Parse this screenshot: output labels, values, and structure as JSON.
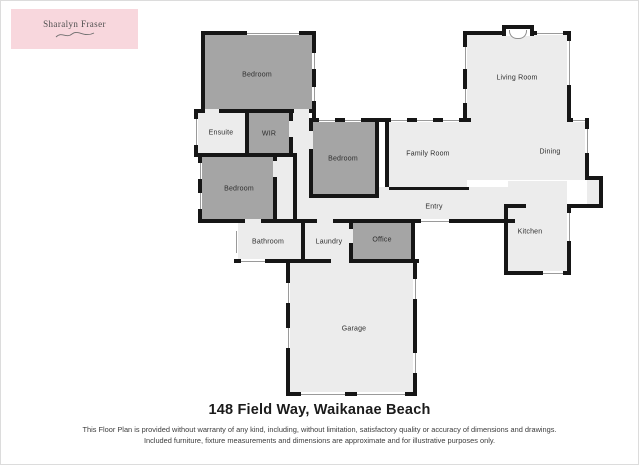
{
  "brand": {
    "agent_name": "Sharalyn Fraser"
  },
  "address_title": "148 Field Way, Waikanae Beach",
  "disclaimer": {
    "line1": "This Floor Plan is provided without warranty of any kind, including, without limitation, satisfactory quality or accuracy of dimensions and drawings.",
    "line2": "Included furniture, fixture measurements and dimensions are approximate and for illustrative purposes only."
  },
  "rooms": [
    {
      "id": "bedroom-1",
      "label": "Bedroom",
      "shade": "dark"
    },
    {
      "id": "ensuite",
      "label": "Ensuite",
      "shade": "light"
    },
    {
      "id": "wir",
      "label": "WIR",
      "shade": "dark"
    },
    {
      "id": "bedroom-2",
      "label": "Bedroom",
      "shade": "dark"
    },
    {
      "id": "bedroom-3",
      "label": "Bedroom",
      "shade": "dark"
    },
    {
      "id": "family-room",
      "label": "Family Room",
      "shade": "light"
    },
    {
      "id": "living-room",
      "label": "Living Room",
      "shade": "light"
    },
    {
      "id": "dining",
      "label": "Dining",
      "shade": "light"
    },
    {
      "id": "entry",
      "label": "Entry",
      "shade": "light"
    },
    {
      "id": "kitchen",
      "label": "Kitchen",
      "shade": "light"
    },
    {
      "id": "bathroom",
      "label": "Bathroom",
      "shade": "light"
    },
    {
      "id": "laundry",
      "label": "Laundry",
      "shade": "light"
    },
    {
      "id": "office",
      "label": "Office",
      "shade": "dark"
    },
    {
      "id": "garage",
      "label": "Garage",
      "shade": "light"
    }
  ],
  "colors": {
    "wall": "#161616",
    "room_light": "#ececec",
    "room_dark": "#a5a5a5",
    "logo_background": "#f8d7dd",
    "window_line": "#9a9a9a"
  }
}
